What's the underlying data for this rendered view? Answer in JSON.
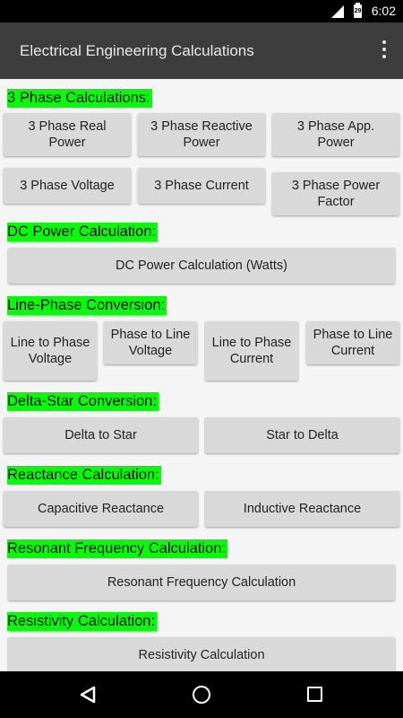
{
  "status_bar": {
    "time": "6:02",
    "battery_level": "29",
    "icons": [
      "signal-icon",
      "battery-icon"
    ]
  },
  "app_bar": {
    "title": "Electrical Engineering Calculations",
    "menu_icon": "overflow-menu-icon"
  },
  "sections": {
    "three_phase": {
      "heading": "3 Phase Calculations:",
      "buttons": [
        "3 Phase Real Power",
        "3 Phase Reactive Power",
        "3 Phase App. Power",
        "3 Phase Voltage",
        "3 Phase Current",
        "3 Phase Power Factor"
      ]
    },
    "dc_power": {
      "heading": "DC Power Calculation:",
      "buttons": [
        "DC Power Calculation (Watts)"
      ]
    },
    "line_phase": {
      "heading": "Line-Phase Conversion:",
      "buttons": [
        "Line to Phase Voltage",
        "Phase to Line Voltage",
        "Line to Phase Current",
        "Phase to Line Current"
      ]
    },
    "delta_star": {
      "heading": "Delta-Star Conversion:",
      "buttons": [
        "Delta to Star",
        "Star to Delta"
      ]
    },
    "reactance": {
      "heading": "Reactance Calculation:",
      "buttons": [
        "Capacitive Reactance",
        "Inductive Reactance"
      ]
    },
    "resonant": {
      "heading": "Resonant Frequency Calculation:",
      "buttons": [
        "Resonant Frequency Calculation"
      ]
    },
    "resistivity": {
      "heading": "Resistivity Calculation:",
      "buttons": [
        "Resistivity Calculation"
      ]
    }
  },
  "nav_bar": {
    "icons": [
      "back-icon",
      "home-icon",
      "recents-icon"
    ]
  },
  "colors": {
    "heading_highlight": "#00ff00",
    "app_bar": "#3d3d3d",
    "button": "#d9d9d9",
    "background": "#f5f5f5"
  }
}
